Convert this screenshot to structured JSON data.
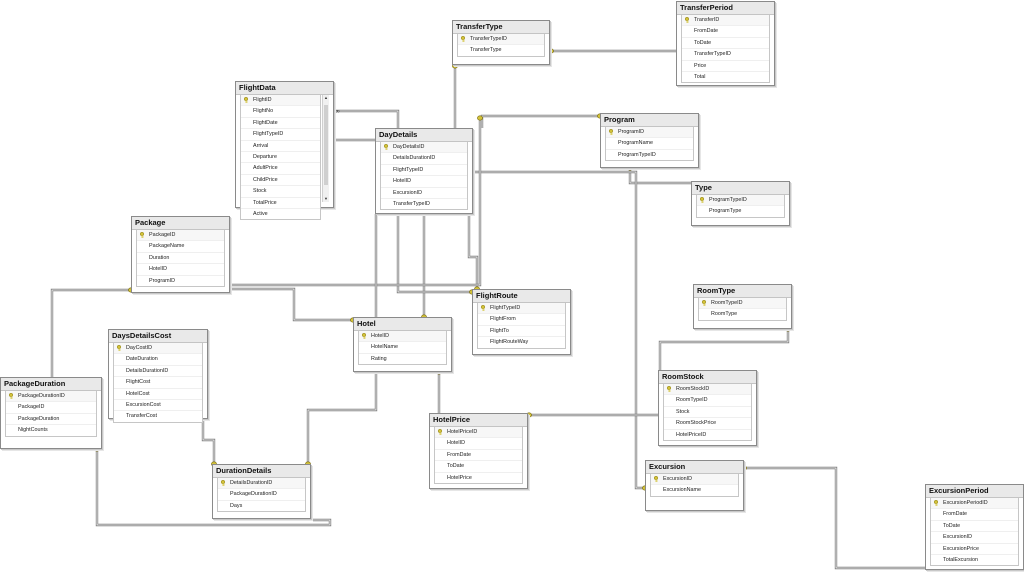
{
  "tables": [
    {
      "id": "transfertype",
      "name": "TransferType",
      "columns": [
        "TransferTypeID",
        "TransferType"
      ]
    },
    {
      "id": "transferperiod",
      "name": "TransferPeriod",
      "columns": [
        "TransferID",
        "FromDate",
        "ToDate",
        "TransferTypeID",
        "Price",
        "Total"
      ]
    },
    {
      "id": "flightdata",
      "name": "FlightData",
      "columns": [
        "FlightID",
        "FlightNo",
        "FlightDate",
        "FlightTypeID",
        "Arrival",
        "Departure",
        "AdultPrice",
        "ChildPrice",
        "Stock",
        "TotalPrice",
        "Active"
      ]
    },
    {
      "id": "daydetails",
      "name": "DayDetails",
      "columns": [
        "DayDetailsID",
        "DetailsDurationID",
        "FlightTypeID",
        "HotelID",
        "ExcursionID",
        "TransferTypeID"
      ]
    },
    {
      "id": "program",
      "name": "Program",
      "columns": [
        "ProgramID",
        "ProgramName",
        "ProgramTypeID"
      ]
    },
    {
      "id": "type",
      "name": "Type",
      "columns": [
        "ProgramTypeID",
        "ProgramType"
      ]
    },
    {
      "id": "package",
      "name": "Package",
      "columns": [
        "PackageID",
        "PackageName",
        "Duration",
        "HotelID",
        "ProgramID"
      ]
    },
    {
      "id": "flightroute",
      "name": "FlightRoute",
      "columns": [
        "FlightTypeID",
        "FlightFrom",
        "FlightTo",
        "FlightRouteWay"
      ]
    },
    {
      "id": "roomtype",
      "name": "RoomType",
      "columns": [
        "RoomTypeID",
        "RoomType"
      ]
    },
    {
      "id": "hotel",
      "name": "Hotel",
      "columns": [
        "HotelID",
        "HotelName",
        "Rating"
      ]
    },
    {
      "id": "daysdetailscost",
      "name": "DaysDetailsCost",
      "columns": [
        "DayCostID",
        "DateDuration",
        "DetailsDurationID",
        "FlightCost",
        "HotelCost",
        "ExcursionCost",
        "TransferCost"
      ]
    },
    {
      "id": "roomstock",
      "name": "RoomStock",
      "columns": [
        "RoomStockID",
        "RoomTypeID",
        "Stock",
        "RoomStockPrice",
        "HotelPriceID"
      ]
    },
    {
      "id": "packageduration",
      "name": "PackageDuration",
      "columns": [
        "PackageDurationID",
        "PackageID",
        "PackageDuration",
        "NightCounts"
      ]
    },
    {
      "id": "hotelprice",
      "name": "HotelPrice",
      "columns": [
        "HotelPriceID",
        "HotelID",
        "FromDate",
        "ToDate",
        "HotelPrice"
      ]
    },
    {
      "id": "durationdetails",
      "name": "DurationDetails",
      "columns": [
        "DetailsDurationID",
        "PackageDurationID",
        "Days"
      ]
    },
    {
      "id": "excursion",
      "name": "Excursion",
      "columns": [
        "ExcursionID",
        "ExcursionName"
      ]
    },
    {
      "id": "excursionperiod",
      "name": "ExcursionPeriod",
      "columns": [
        "ExcursionPeriodID",
        "FromDate",
        "ToDate",
        "ExcursionID",
        "ExcursionPrice",
        "TotalExcursion"
      ]
    }
  ],
  "colors": {
    "header": "#e9e9e9",
    "border": "#8a8a8a",
    "line": "#7a7a7a",
    "key": "#d2c23a"
  }
}
